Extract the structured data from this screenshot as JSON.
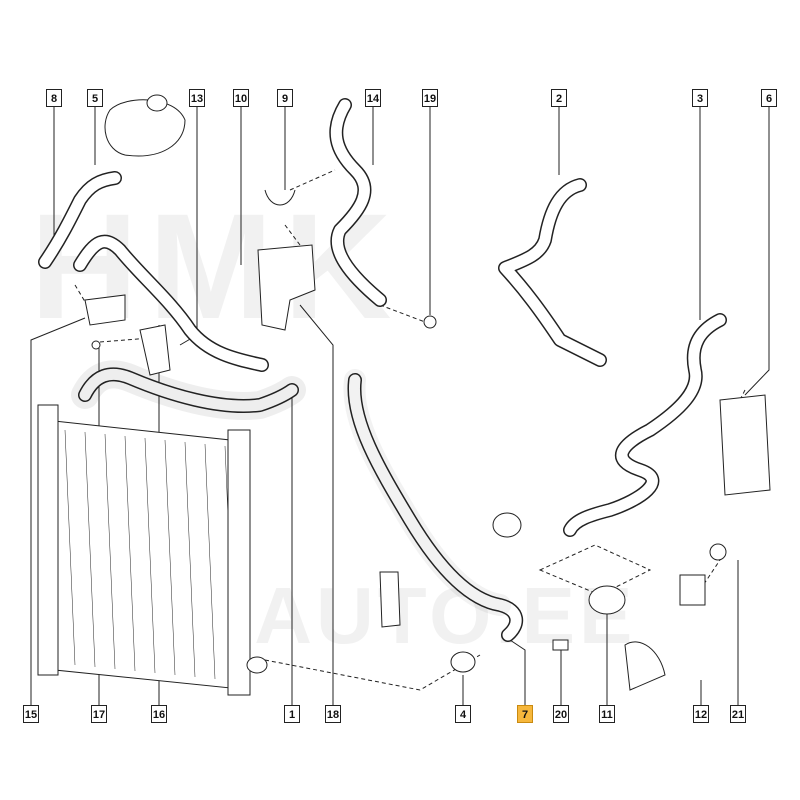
{
  "diagram": {
    "watermark_logo": "HMK",
    "watermark_text": "HMKAUTO.EE",
    "highlight_color": "#f6b73c",
    "highlighted_part": "7",
    "callouts_top": [
      "8",
      "5",
      "13",
      "10",
      "9",
      "14",
      "19",
      "2",
      "3",
      "6"
    ],
    "callouts_bottom": [
      "15",
      "17",
      "16",
      "1",
      "18",
      "4",
      "7",
      "20",
      "11",
      "12",
      "21"
    ]
  }
}
